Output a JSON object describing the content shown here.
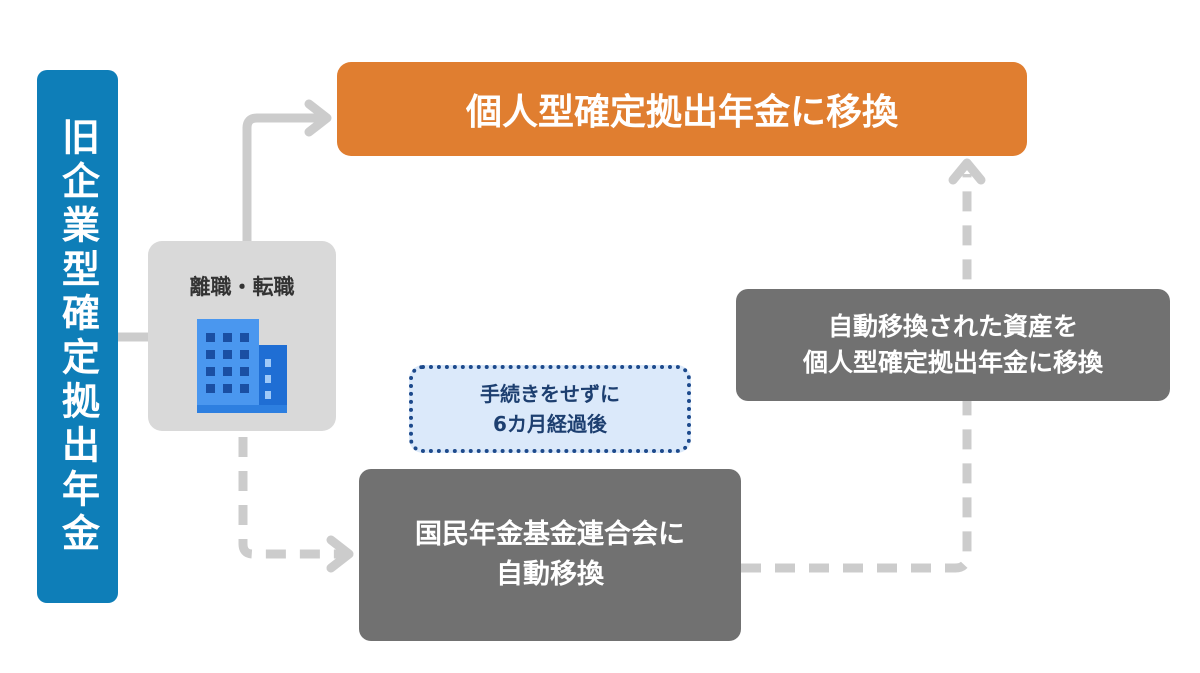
{
  "left_bar": {
    "label": "旧企業型確定拠出年金"
  },
  "event_box": {
    "label": "離職・転職",
    "icon": "office-building-icon"
  },
  "top_box": {
    "label": "個人型確定拠出年金に移換"
  },
  "right_box": {
    "line1": "自動移換された資産を",
    "line2": "個人型確定拠出年金に移換"
  },
  "note_box": {
    "line1": "手続きをせずに",
    "line2": "6カ月経過後"
  },
  "bottom_box": {
    "line1": "国民年金基金連合会に",
    "line2": "自動移換"
  },
  "colors": {
    "left_bar": "#0e7eb8",
    "top_box": "#e07e30",
    "gray_box": "#717171",
    "event_box": "#d9d9d9",
    "note_fill": "#dbe9fa",
    "note_border": "#1d4a8c",
    "connector": "#cccccc"
  }
}
